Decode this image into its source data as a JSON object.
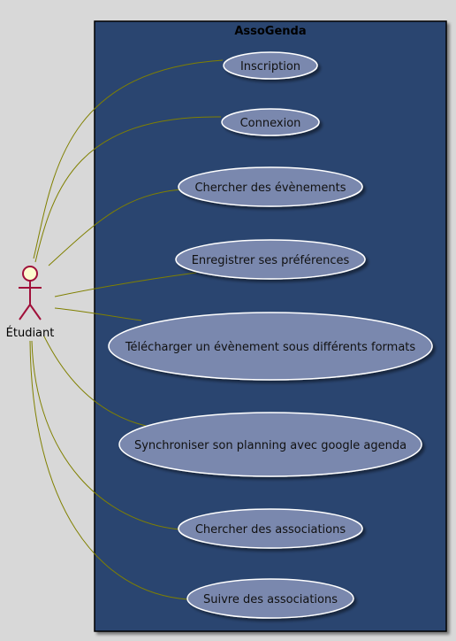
{
  "system": {
    "title": "AssoGenda"
  },
  "actor": {
    "name": "Étudiant"
  },
  "use_cases": [
    "Inscription",
    "Connexion",
    "Chercher des évènements",
    "Enregistrer ses préférences",
    "Télécharger un évènement sous différents formats",
    "Synchroniser son planning avec google agenda",
    "Chercher des associations",
    "Suivre des associations"
  ],
  "colors": {
    "background": "#d8d8d8",
    "system_fill": "#2c4470",
    "use_case_fill": "#7a88ae",
    "use_case_border": "#ffffff",
    "actor_fill": "#fdfccf",
    "actor_stroke": "#a0103a",
    "connector": "#808000"
  }
}
